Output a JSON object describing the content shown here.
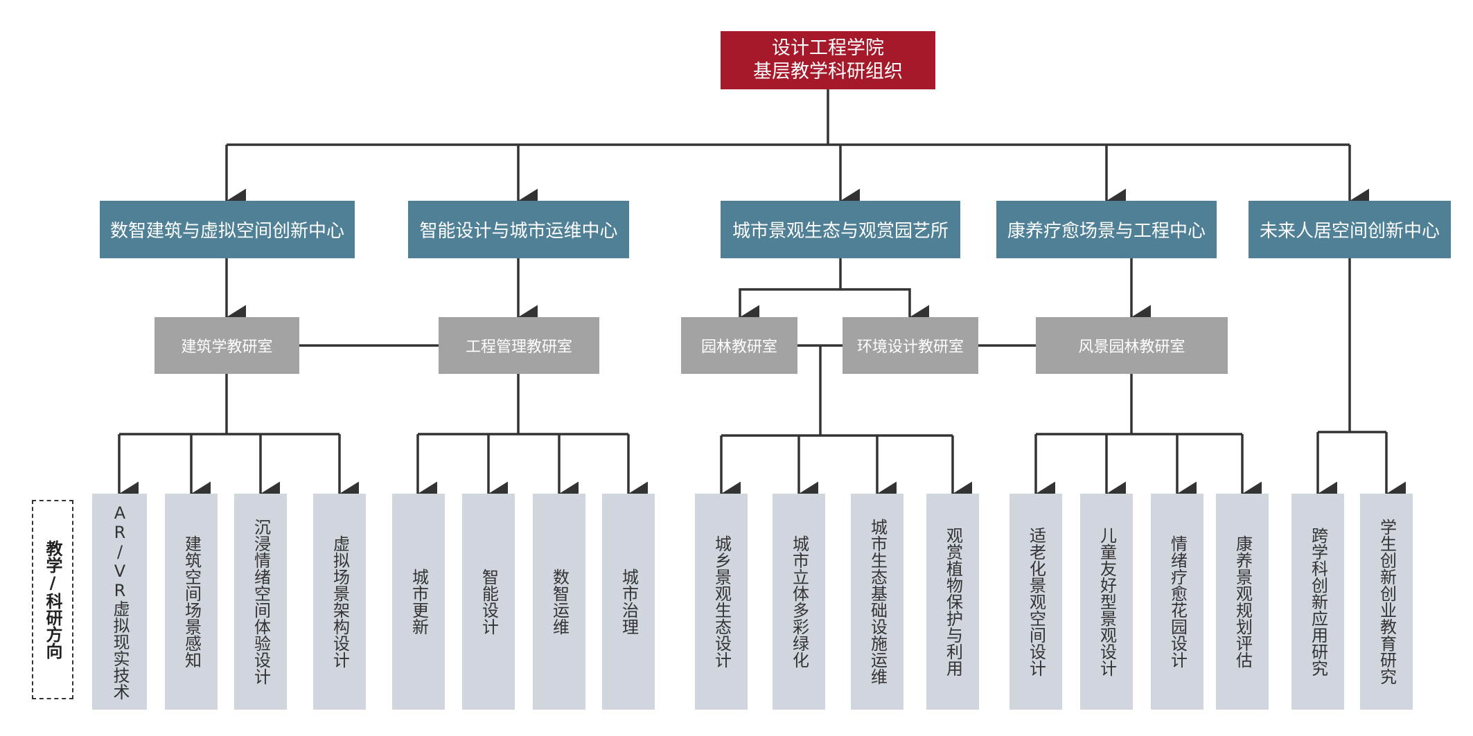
{
  "root": {
    "line1": "设计工程学院",
    "line2": "基层教学科研组织"
  },
  "centers": [
    "数智建筑与虚拟空间创新中心",
    "智能设计与城市运维中心",
    "城市景观生态与观赏园艺所",
    "康养疗愈场景与工程中心",
    "未来人居空间创新中心"
  ],
  "offices": [
    "建筑学教研室",
    "工程管理教研室",
    "园林教研室",
    "环境设计教研室",
    "风景园林教研室"
  ],
  "side_label": "教学/科研方向",
  "directions": [
    "AR/VR虚拟现实技术",
    "建筑空间场景感知",
    "沉浸情绪空间体验设计",
    "虚拟场景架构设计",
    "城市更新",
    "智能设计",
    "数智运维",
    "城市治理",
    "城乡景观生态设计",
    "城市立体多彩绿化",
    "城市生态基础设施运维",
    "观赏植物保护与利用",
    "适老化景观空间设计",
    "儿童友好型景观设计",
    "情绪疗愈花园设计",
    "康养景观规划评估",
    "跨学科创新应用研究",
    "学生创新创业教育研究"
  ],
  "colors": {
    "root": "#a5192a",
    "center": "#4f8095",
    "office": "#a3a3a3",
    "leaf": "#d0d5de",
    "line": "#333333"
  }
}
